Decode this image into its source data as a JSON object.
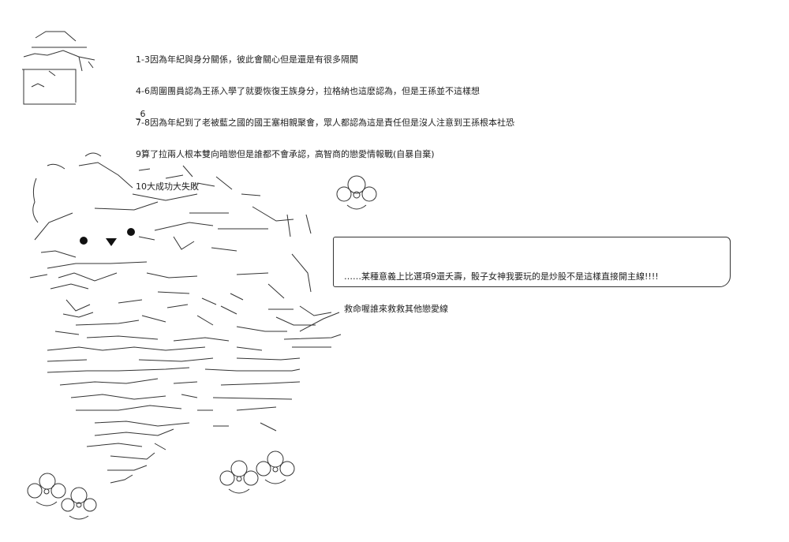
{
  "notes": [
    "1-3因為年紀與身分關係，彼此會關心但是還是有很多隔閡",
    "4-6周圍團員認為王孫入學了就要恢復王族身分，拉格納也這麽認為，但是王孫並不這樣想",
    "7-8因為年紀到了老被藍之國的國王塞相親聚會，眾人都認為這是責任但是沒人注意到王孫根本社恐",
    "9算了拉兩人根本雙向暗戀但是誰都不會承認，高智商的戀愛情報戰(自暴自棄)",
    "10大成功大失敗"
  ],
  "page_number": "_6",
  "bubble": {
    "lines": [
      "……某種意義上比選項9還夭壽，骰子女神我要玩的是炒股不是這樣直接開主線!!!!",
      "救命喔誰來救救其他戀愛線"
    ]
  }
}
